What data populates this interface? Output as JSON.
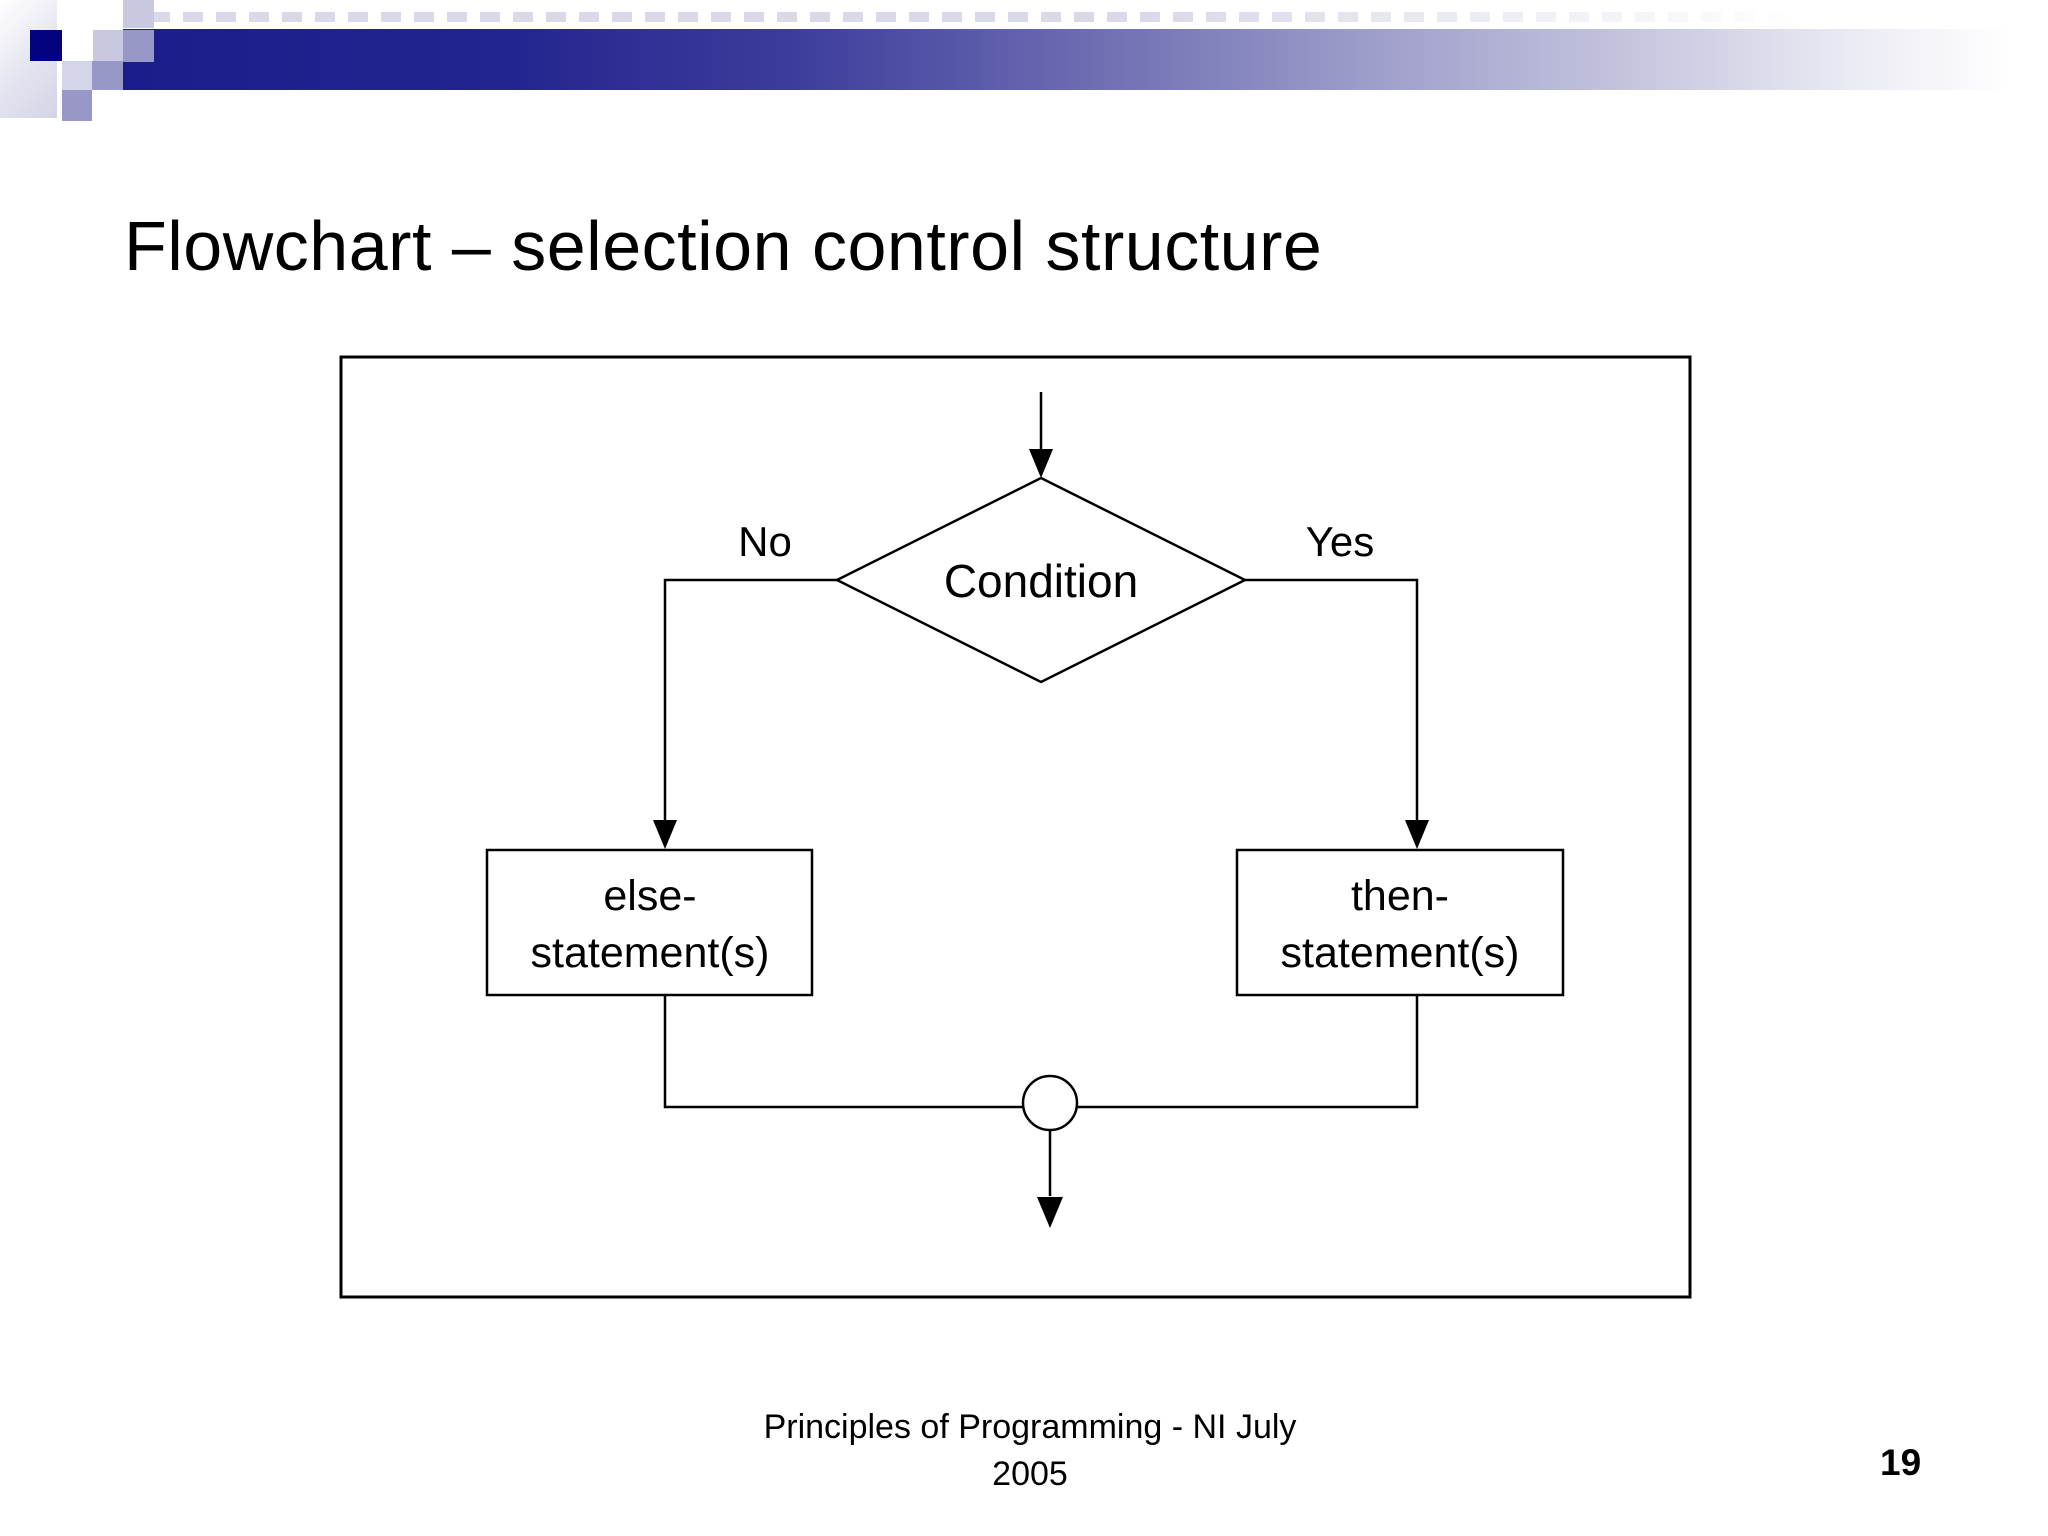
{
  "slide": {
    "title": "Flowchart – selection control structure",
    "footer": {
      "line1": "Principles of Programming - NI July",
      "line2": "2005"
    },
    "page_number": "19"
  },
  "flowchart": {
    "no_label": "No",
    "yes_label": "Yes",
    "condition_label": "Condition",
    "else_box": {
      "line1": "else-",
      "line2": "statement(s)"
    },
    "then_box": {
      "line1": "then-",
      "line2": "statement(s)"
    }
  },
  "theme": {
    "accent_navy": "#03037f",
    "bar_dark": "#1c1c8c",
    "deco_light": "#c8c8e0",
    "deco_lighter": "#d5d5e9",
    "deco_medium": "#9797c8",
    "stroke_color": "#000000",
    "text_color": "#000000"
  }
}
